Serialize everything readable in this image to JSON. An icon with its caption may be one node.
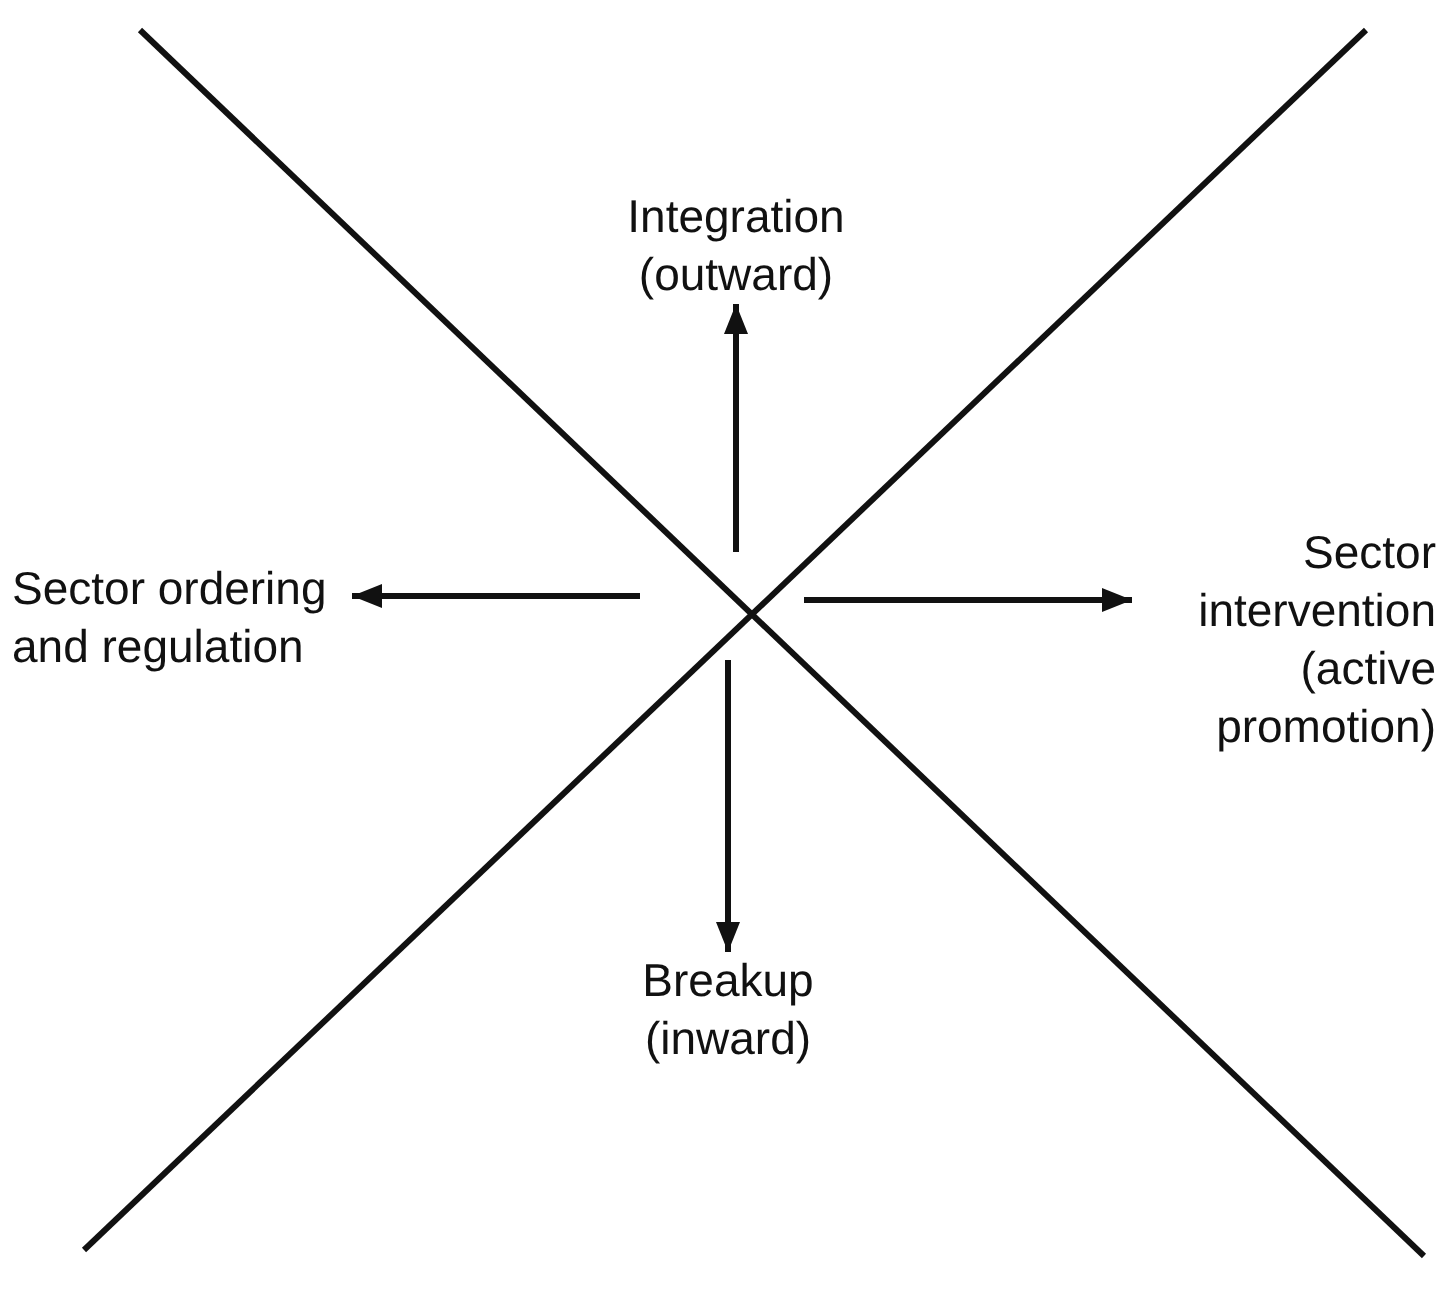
{
  "diagram": {
    "nodes": [
      {
        "text": [
          "Integration (outward)"
        ]
      },
      {
        "text": [
          "Sector ordering and regulation"
        ]
      },
      {
        "text": [
          "Sector intervention (active promotion)"
        ]
      },
      {
        "text": [
          "Breakup (inward)"
        ]
      }
    ],
    "edges": [
      {
        "from": null,
        "to": 0,
        "arrow": "to"
      },
      {
        "from": null,
        "to": 1,
        "arrow": "to"
      },
      {
        "from": null,
        "to": 2,
        "arrow": "to"
      },
      {
        "from": null,
        "to": 3,
        "arrow": "to"
      }
    ]
  }
}
